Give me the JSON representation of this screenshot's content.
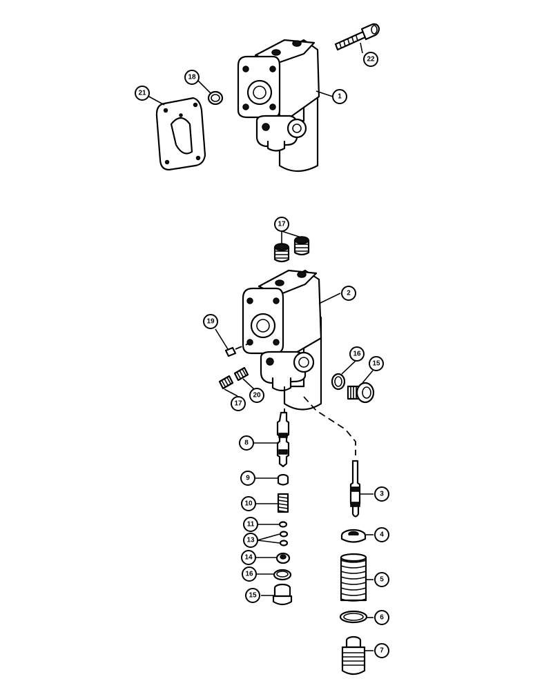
{
  "callouts": [
    {
      "id": "c22",
      "label": "22"
    },
    {
      "id": "c18",
      "label": "18"
    },
    {
      "id": "c21",
      "label": "21"
    },
    {
      "id": "c1",
      "label": "1"
    },
    {
      "id": "c17a",
      "label": "17"
    },
    {
      "id": "c2",
      "label": "2"
    },
    {
      "id": "c19",
      "label": "19"
    },
    {
      "id": "c16a",
      "label": "16"
    },
    {
      "id": "c15a",
      "label": "15"
    },
    {
      "id": "c17b",
      "label": "17"
    },
    {
      "id": "c20",
      "label": "20"
    },
    {
      "id": "c8",
      "label": "8"
    },
    {
      "id": "c9",
      "label": "9"
    },
    {
      "id": "c10",
      "label": "10"
    },
    {
      "id": "c11",
      "label": "11"
    },
    {
      "id": "c13",
      "label": "13"
    },
    {
      "id": "c14",
      "label": "14"
    },
    {
      "id": "c16b",
      "label": "16"
    },
    {
      "id": "c15b",
      "label": "15"
    },
    {
      "id": "c3",
      "label": "3"
    },
    {
      "id": "c4",
      "label": "4"
    },
    {
      "id": "c5",
      "label": "5"
    },
    {
      "id": "c6",
      "label": "6"
    },
    {
      "id": "c7",
      "label": "7"
    }
  ]
}
